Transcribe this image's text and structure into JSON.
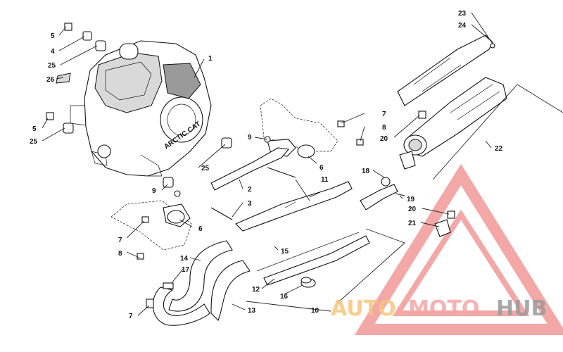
{
  "diagram": {
    "callouts": {
      "c1": "1",
      "c2": "2",
      "c3": "3",
      "c4": "4",
      "c5a": "5",
      "c5b": "5",
      "c6a": "6",
      "c6b": "6",
      "c7a": "7",
      "c7b": "7",
      "c7c": "7",
      "c8a": "8",
      "c8b": "8",
      "c9a": "9",
      "c9b": "9",
      "c10": "10",
      "c11": "11",
      "c12": "12",
      "c13": "13",
      "c14": "14",
      "c15": "15",
      "c16": "16",
      "c17": "17",
      "c18": "18",
      "c19": "19",
      "c20a": "20",
      "c20b": "20",
      "c21": "21",
      "c22": "22",
      "c23": "23",
      "c24": "24",
      "c25a": "25",
      "c25b": "25",
      "c25c": "25",
      "c26": "26"
    },
    "engine_emblem": "ARCTIC CAT"
  },
  "watermark": {
    "part1": "AUTO",
    "part2": "MOTO",
    "part3": "HUB",
    "color_main": "#f4a6a6",
    "color_accent": "#f7c57a",
    "color_dark": "#9a9a9a"
  }
}
